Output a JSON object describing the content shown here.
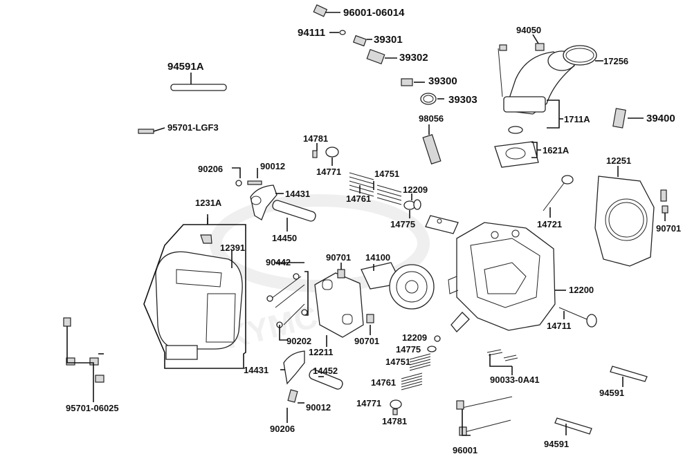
{
  "diagram": {
    "watermark": "KYMCO",
    "colors": {
      "ink": "#111111",
      "watermark": "#e4e4e4",
      "part_fill": "#ffffff"
    }
  },
  "labels": {
    "p96001_06014": "96001-06014",
    "p94111": "94111",
    "p39301": "39301",
    "p39302": "39302",
    "p39300": "39300",
    "p39303": "39303",
    "p98056": "98056",
    "p94050": "94050",
    "p17256": "17256",
    "p1711A": "1711A",
    "p39400": "39400",
    "p1621A": "1621A",
    "p94591A": "94591A",
    "p95701_LGF3": "95701-LGF3",
    "p14781_top": "14781",
    "p14771_top": "14771",
    "p14751_top": "14751",
    "p14761_top": "14761",
    "p12209_top": "12209",
    "p14775_top": "14775",
    "p90206_top": "90206",
    "p90012_top": "90012",
    "p14431_top": "14431",
    "p14450": "14450",
    "p1231A": "1231A",
    "p12391": "12391",
    "p14721": "14721",
    "p12251": "12251",
    "p90701_right": "90701",
    "p90442": "90442",
    "p90701_mid": "90701",
    "p14100": "14100",
    "p12200": "12200",
    "p14711": "14711",
    "p90202": "90202",
    "p12211": "12211",
    "p90701_low": "90701",
    "p12209_low": "12209",
    "p14775_low": "14775",
    "p14751_low": "14751",
    "p90033": "90033-0A41",
    "p14431_low": "14431",
    "p14452": "14452",
    "p14761_low": "14761",
    "p94591_right": "94591",
    "p14771_low": "14771",
    "p14781_low": "14781",
    "p90012_low": "90012",
    "p90206_low": "90206",
    "p95701_06025": "95701-06025",
    "p96001": "96001",
    "p94591_low": "94591"
  }
}
